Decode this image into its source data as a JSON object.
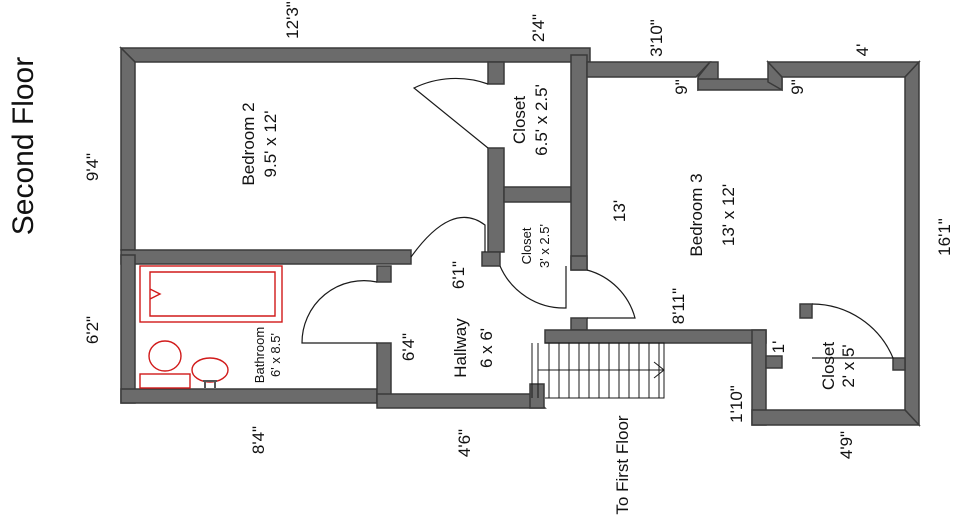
{
  "title": "Second Floor",
  "rooms": {
    "bedroom2": {
      "name": "Bedroom 2",
      "size": "9.5' x 12'"
    },
    "closet1": {
      "name": "Closet",
      "size": "6.5' x 2.5'"
    },
    "closet2": {
      "name": "Closet",
      "size": "3' x 2.5'"
    },
    "bedroom3": {
      "name": "Bedroom 3",
      "size": "13' x 12'"
    },
    "bathroom": {
      "name": "Bathroom",
      "size": "6' x 8.5'"
    },
    "hallway": {
      "name": "Hallway",
      "size": "6 x 6'"
    },
    "closet3": {
      "name": "Closet",
      "size": "2' x 5'"
    }
  },
  "stairs_label": "To First Floor",
  "dimensions": {
    "d_12_3": "12'3\"",
    "d_2_4": "2'4\"",
    "d_3_10": "3'10\"",
    "d_4": "4'",
    "d_9a": "9\"",
    "d_9b": "9\"",
    "d_9_4": "9'4\"",
    "d_13": "13'",
    "d_6_1": "6'1\"",
    "d_16_1": "16'1\"",
    "d_6_2": "6'2\"",
    "d_8_11": "8'11\"",
    "d_6_4": "6'4\"",
    "d_1": "1'",
    "d_1_10": "1'10\"",
    "d_8_4": "8'4\"",
    "d_4_6": "4'6\"",
    "d_4_9": "4'9\""
  }
}
